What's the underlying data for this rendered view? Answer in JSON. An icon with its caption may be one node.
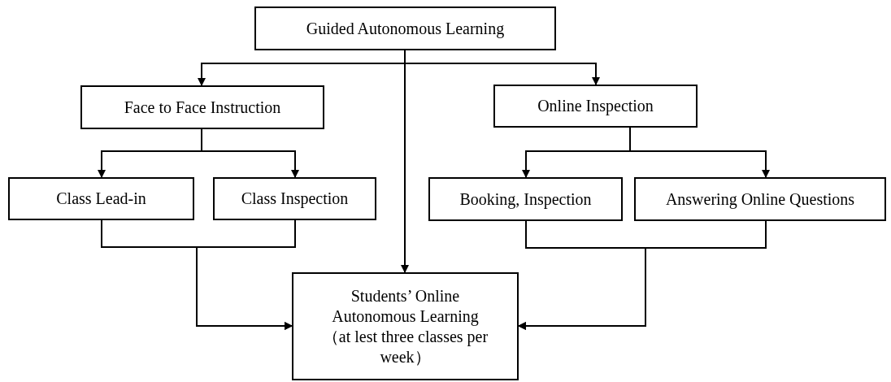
{
  "diagram": {
    "nodes": [
      {
        "text": [
          "Guided Autonomous Learning"
        ]
      },
      {
        "text": [
          "Face to Face Instruction"
        ]
      },
      {
        "text": [
          "Online Inspection"
        ]
      },
      {
        "text": [
          "Class Lead-in"
        ]
      },
      {
        "text": [
          "Class Inspection"
        ]
      },
      {
        "text": [
          "Booking, Inspection"
        ]
      },
      {
        "text": [
          "Answering Online Questions"
        ]
      },
      {
        "text": [
          "Students’ Online Autonomous Learning （at lest three classes per week）"
        ]
      }
    ],
    "edges": [
      {
        "from": 0,
        "to": 1,
        "arrow": "to"
      },
      {
        "from": 0,
        "to": 2,
        "arrow": "to"
      },
      {
        "from": 0,
        "to": 7,
        "arrow": "to"
      },
      {
        "from": 1,
        "to": 3,
        "arrow": "to"
      },
      {
        "from": 1,
        "to": 4,
        "arrow": "to"
      },
      {
        "from": 2,
        "to": 5,
        "arrow": "to"
      },
      {
        "from": 2,
        "to": 6,
        "arrow": "to"
      },
      {
        "from": 3,
        "to": 7,
        "arrow": "to"
      },
      {
        "from": 4,
        "to": 7,
        "arrow": "to"
      },
      {
        "from": 5,
        "to": 7,
        "arrow": "to"
      },
      {
        "from": 6,
        "to": 7,
        "arrow": "to"
      }
    ]
  }
}
